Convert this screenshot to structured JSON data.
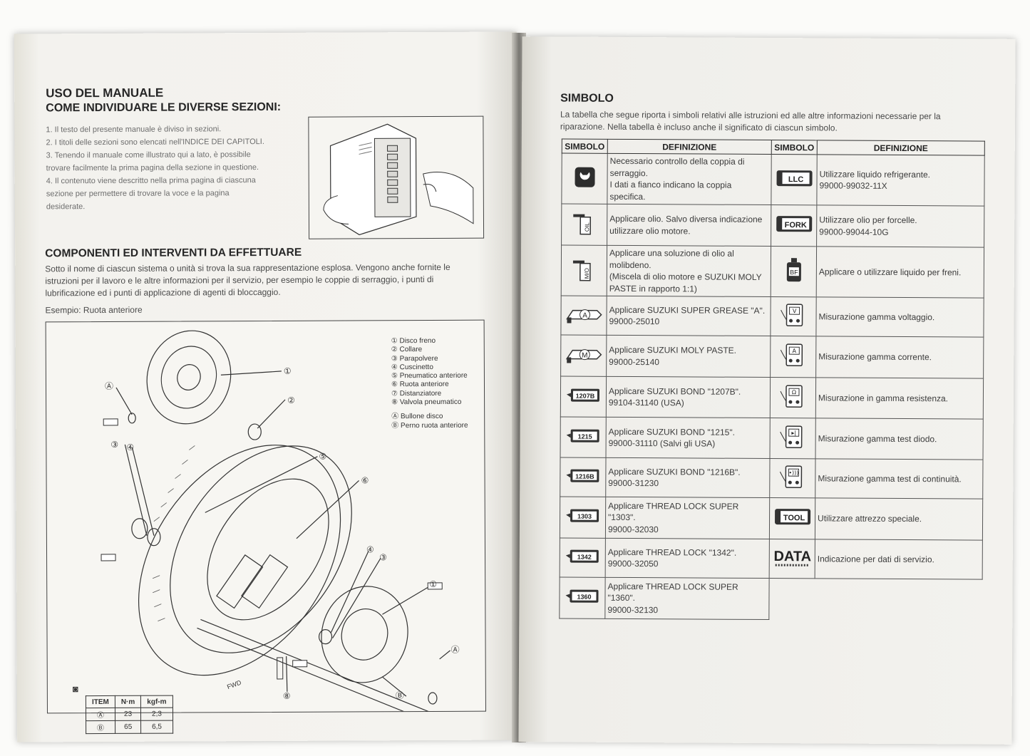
{
  "left": {
    "title": "USO DEL MANUALE",
    "subtitle": "COME INDIVIDUARE LE DIVERSE SEZIONI:",
    "steps": [
      "1.  Il testo del presente manuale è diviso in sezioni.",
      "2.  I titoli delle sezioni sono elencati nell'INDICE DEI CAPITOLI.",
      "3.  Tenendo il manuale come illustrato qui a lato, è possibile",
      "     trovare facilmente la prima pagina della sezione in questione.",
      "4.  Il contenuto viene descritto nella prima pagina di ciascuna",
      "     sezione per permettere di trovare la voce e la pagina",
      "     desiderate."
    ],
    "section2_title": "COMPONENTI ED INTERVENTI DA EFFETTUARE",
    "section2_lines": [
      "Sotto il nome di ciascun sistema o unità si trova la sua rappresentazione esplosa. Vengono anche fornite le",
      "istruzioni per il lavoro e le altre informazioni per il servizio, per esempio le coppie di serraggio, i punti di",
      "lubrificazione ed i punti di applicazione di agenti di bloccaggio."
    ],
    "example": "Esempio: Ruota anteriore",
    "legend": [
      "① Disco freno",
      "② Collare",
      "③ Parapolvere",
      "④ Cuscinetto",
      "⑤ Pneumatico anteriore",
      "⑥ Ruota anteriore",
      "⑦ Distanziatore",
      "⑧ Valvola pneumatico",
      "",
      "Ⓐ Bullone disco",
      "Ⓑ Perno ruota anteriore"
    ],
    "callouts": {
      "c1": "①",
      "c2": "②",
      "c3": "③",
      "c4": "④",
      "c5": "⑤",
      "c6": "⑥",
      "c8": "⑧",
      "ca": "Ⓐ",
      "cb": "Ⓑ"
    },
    "torque_table": {
      "headers": [
        "ITEM",
        "N·m",
        "kgf-m"
      ],
      "rows": [
        [
          "Ⓐ",
          "23",
          "2,3"
        ],
        [
          "Ⓑ",
          "65",
          "6,5"
        ]
      ]
    },
    "fwd_label": "FWD"
  },
  "right": {
    "title": "SIMBOLO",
    "intro": [
      "La tabella che segue riporta i simboli relativi alle istruzioni ed alle altre informazioni necessarie per la",
      "riparazione. Nella tabella è incluso anche il significato di ciascun simbolo."
    ],
    "headers": [
      "SIMBOLO",
      "DEFINIZIONE",
      "SIMBOLO",
      "DEFINIZIONE"
    ],
    "rows": [
      {
        "left_icon": "torque-wrench-icon",
        "left": "Necessario controllo della coppia di serraggio.\nI dati a fianco indicano la coppia specifica.",
        "right_icon": "llc-icon",
        "right_label": "LLC",
        "right": "Utilizzare liquido refrigerante.\n99000-99032-11X"
      },
      {
        "left_icon": "oil-can-icon",
        "left_label": "OIL",
        "left": "Applicare olio. Salvo diversa indicazione utilizzare olio motore.",
        "right_icon": "fork-oil-icon",
        "right_label": "FORK",
        "right": "Utilizzare olio per forcelle.\n99000-99044-10G"
      },
      {
        "left_icon": "moly-oil-icon",
        "left_label": "M/O",
        "left": "Applicare una soluzione di olio al molibdeno.\n(Miscela di olio motore e SUZUKI MOLY PASTE in rapporto 1:1)",
        "right_icon": "brake-fluid-icon",
        "right_label": "BF",
        "right": "Applicare o utilizzare liquido per freni."
      },
      {
        "left_icon": "grease-gun-a-icon",
        "left_label": "A",
        "left": "Applicare SUZUKI SUPER GREASE \"A\".\n99000-25010",
        "right_icon": "voltmeter-icon",
        "right_label": "V",
        "right": "Misurazione gamma voltaggio."
      },
      {
        "left_icon": "grease-gun-m-icon",
        "left_label": "M",
        "left": "Applicare SUZUKI MOLY PASTE.\n99000-25140",
        "right_icon": "ammeter-icon",
        "right_label": "A",
        "right": "Misurazione gamma corrente."
      },
      {
        "left_icon": "bond-1207b-icon",
        "left_label": "1207B",
        "left": "Applicare SUZUKI BOND \"1207B\".\n99104-31140 (USA)",
        "right_icon": "ohmmeter-icon",
        "right_label": "Ω",
        "right": "Misurazione in gamma resistenza."
      },
      {
        "left_icon": "bond-1215-icon",
        "left_label": "1215",
        "left": "Applicare SUZUKI BOND \"1215\".\n99000-31110 (Salvi gli USA)",
        "right_icon": "diode-test-icon",
        "right_label": "▸|",
        "right": "Misurazione gamma test diodo."
      },
      {
        "left_icon": "bond-1216b-icon",
        "left_label": "1216B",
        "left": "Applicare SUZUKI BOND \"1216B\".\n99000-31230",
        "right_icon": "continuity-icon",
        "right_label": "•)))",
        "right": "Misurazione gamma test di continuità."
      },
      {
        "left_icon": "thread-lock-1303-icon",
        "left_label": "1303",
        "left": "Applicare THREAD LOCK SUPER \"1303\".\n99000-32030",
        "right_icon": "tool-icon",
        "right_label": "TOOL",
        "right": "Utilizzare attrezzo speciale."
      },
      {
        "left_icon": "thread-lock-1342-icon",
        "left_label": "1342",
        "left": "Applicare THREAD LOCK \"1342\".\n99000-32050",
        "right_icon": "data-icon",
        "right_label": "DATA",
        "right": "Indicazione per dati di servizio."
      },
      {
        "left_icon": "thread-lock-1360-icon",
        "left_label": "1360",
        "left": "Applicare THREAD LOCK SUPER \"1360\".\n99000-32130"
      }
    ]
  },
  "colors": {
    "ink": "#2b2b2b",
    "paper": "#f2f1ed"
  }
}
